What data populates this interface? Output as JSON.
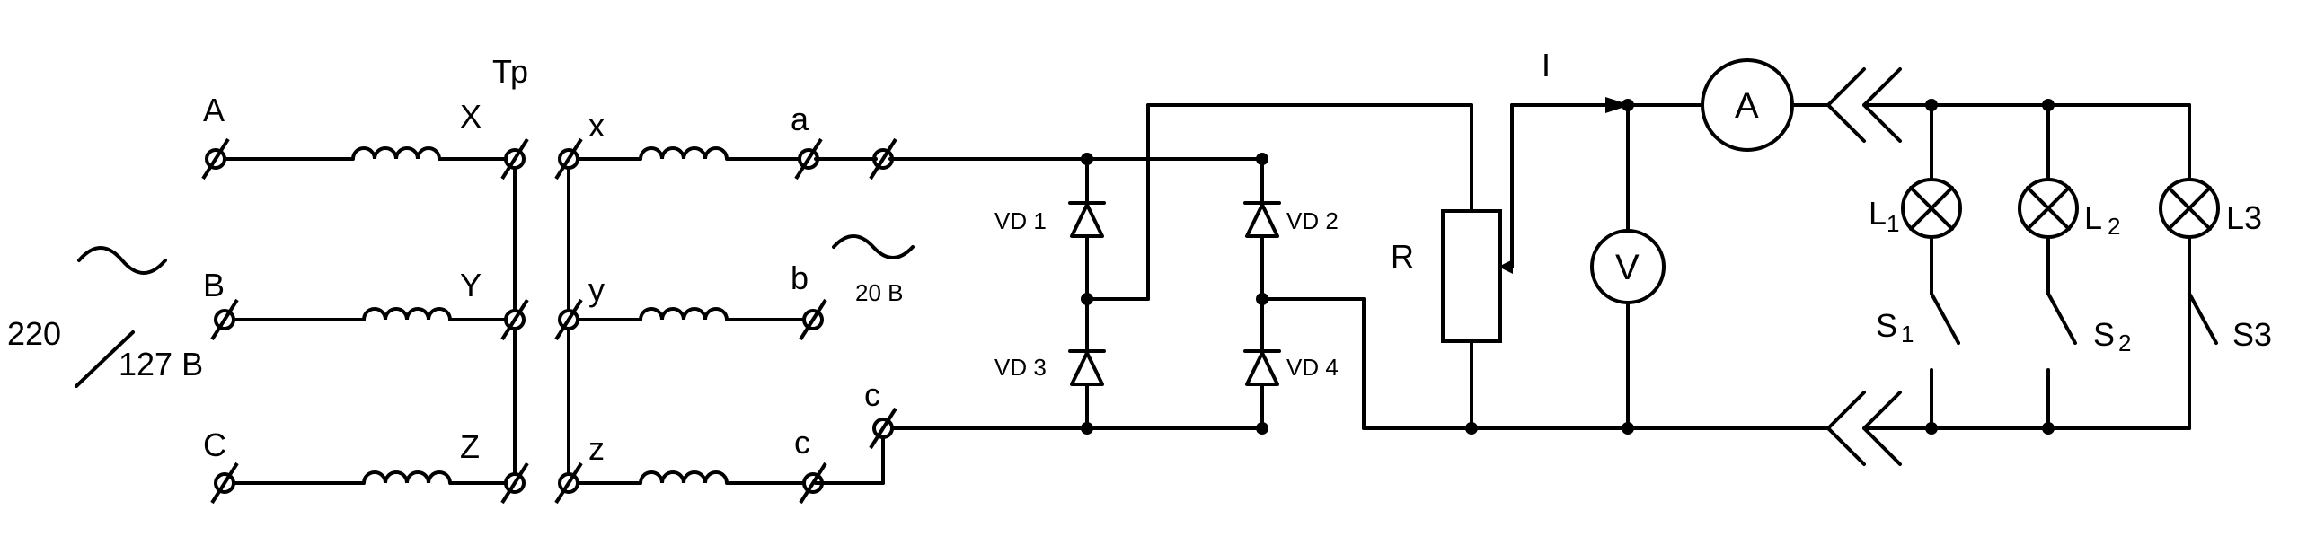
{
  "labels": {
    "tr": "Тр",
    "in_a": "A",
    "in_b": "B",
    "in_c": "C",
    "x_cap": "X",
    "y_cap": "Y",
    "z_cap": "Z",
    "x_low": "x",
    "y_low": "y",
    "z_low": "z",
    "out_a": "a",
    "out_b": "b",
    "out_c1": "c",
    "out_c2": "c",
    "v220": "220",
    "v127": "127 B",
    "v20": "20 B",
    "vd1": "VD 1",
    "vd2": "VD 2",
    "vd3": "VD 3",
    "vd4": "VD 4",
    "r": "R",
    "i": "I",
    "ammeter": "A",
    "voltmeter": "V",
    "l1": "L",
    "l1_sub": "1",
    "l2": "L",
    "l2_sub": "2",
    "l3": "L3",
    "s1": "S",
    "s1_sub": "1",
    "s2": "S",
    "s2_sub": "2",
    "s3": "S3"
  }
}
